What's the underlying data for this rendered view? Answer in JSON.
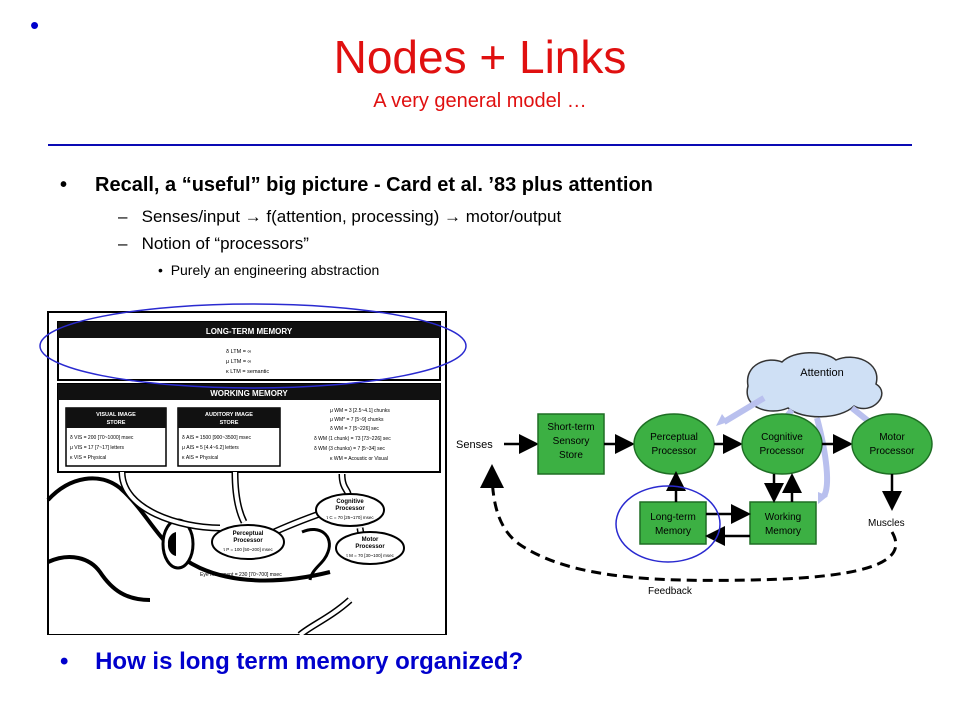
{
  "slide": {
    "corner_bullet": "•",
    "title": "Nodes + Links",
    "subtitle": "A very general model …",
    "bullets": {
      "b1_mark": "•",
      "b1": "Recall, a “useful” big picture - Card et al. ’83 plus attention",
      "b2_dash": "–",
      "b2": "Senses/input → f(attention, processing) → motor/output",
      "b3_dash": "–",
      "b3": "Notion of “processors”",
      "b4_mark": "•",
      "b4": "Purely an engineering abstraction"
    },
    "bottom_mark": "•",
    "bottom_question": "How is long term memory organized?"
  },
  "left_figure": {
    "ltm_title": "LONG-TERM MEMORY",
    "ltm_params": [
      "δ LTM = ∞",
      "μ LTM = ∞",
      "κ LTM = semantic"
    ],
    "wm_title": "WORKING MEMORY",
    "vis_title_1": "VISUAL IMAGE",
    "vis_title_2": "STORE",
    "vis_params": [
      "δ VIS = 200 [70~1000] msec",
      "μ VIS = 17 [7~17] letters",
      "κ VIS = Physical"
    ],
    "aud_title_1": "AUDITORY IMAGE",
    "aud_title_2": "STORE",
    "aud_params": [
      "δ AIS = 1500 [900~3500] msec",
      "μ AIS = 5 [4.4~6.2] letters",
      "κ AIS = Physical"
    ],
    "wm_params": [
      "μ WM = 3 [2.5~4.1] chunks",
      "μ WM* = 7 [5~9] chunks",
      "δ WM = 7 [5~226] sec",
      "δ WM (1 chunk) = 73 [73~226] sec",
      "δ WM (3 chunks) = 7 [5~34] sec",
      "κ WM = Acoustic or Visual"
    ],
    "cog_1": "Cognitive",
    "cog_2": "Processor",
    "cog_param": "τ C = 70 [25~170] msec",
    "perc_1": "Perceptual",
    "perc_2": "Processor",
    "perc_param": "τ P = 100 [50~200] msec",
    "motor_1": "Motor",
    "motor_2": "Processor",
    "motor_param": "τ M = 70 [30~100] msec",
    "eye_movement": "Eye movement = 230 [70~700] msec"
  },
  "right_diagram": {
    "attention": "Attention",
    "senses": "Senses",
    "stm_1": "Short-term",
    "stm_2": "Sensory",
    "stm_3": "Store",
    "perc_1": "Perceptual",
    "perc_2": "Processor",
    "cog_1": "Cognitive",
    "cog_2": "Processor",
    "motor_1": "Motor",
    "motor_2": "Processor",
    "ltm_1": "Long-term",
    "ltm_2": "Memory",
    "wm_1": "Working",
    "wm_2": "Memory",
    "muscles": "Muscles",
    "feedback": "Feedback"
  },
  "colors": {
    "title": "#e01010",
    "accent_blue": "#0000cc",
    "rule": "#0a0ab4",
    "node_green": "#3cb043",
    "attention_fill": "#cfe0f5",
    "arrow_lavender": "#b9c0ee"
  }
}
